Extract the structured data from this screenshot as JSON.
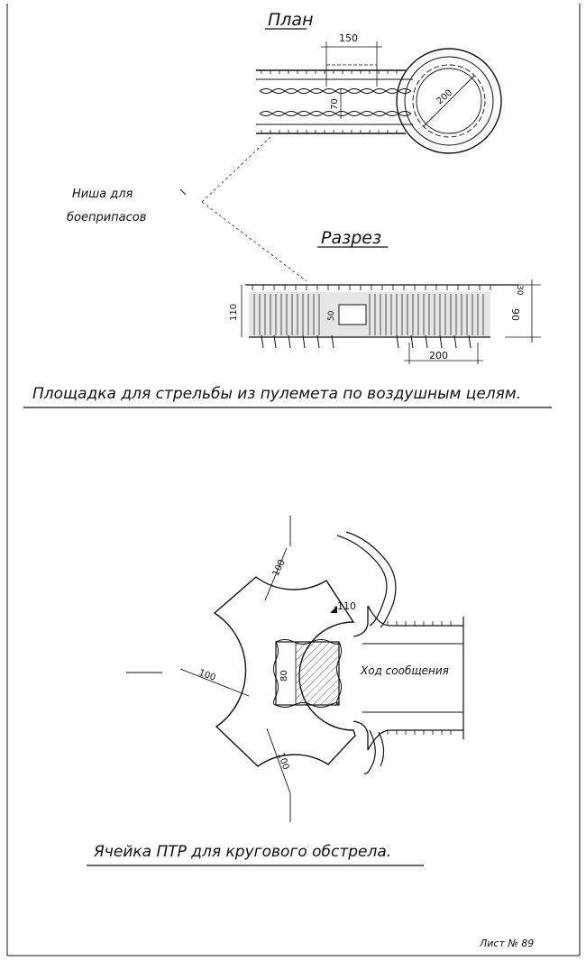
{
  "top_figure": {
    "plan_title": "План",
    "section_title": "Разрез",
    "niche_label_line1": "Ниша для",
    "niche_label_line2": "боеприпасов",
    "caption": "Площадка для стрельбы из пулемета по воздушным целям.",
    "plan_dims": {
      "length": "150",
      "width": "70",
      "diameter": "200"
    },
    "section_dims": {
      "depth": "110",
      "niche": "50",
      "parapet": "30",
      "total": "90",
      "pit": "200"
    }
  },
  "bottom_figure": {
    "caption": "Ячейка ПТР для кругового обстрела.",
    "passage_label": "Ход сообщения",
    "dims": {
      "top": "100",
      "left": "100",
      "bottom": "100",
      "center": "80",
      "level": "-110"
    }
  },
  "sheet": {
    "number": "Лист № 89"
  }
}
